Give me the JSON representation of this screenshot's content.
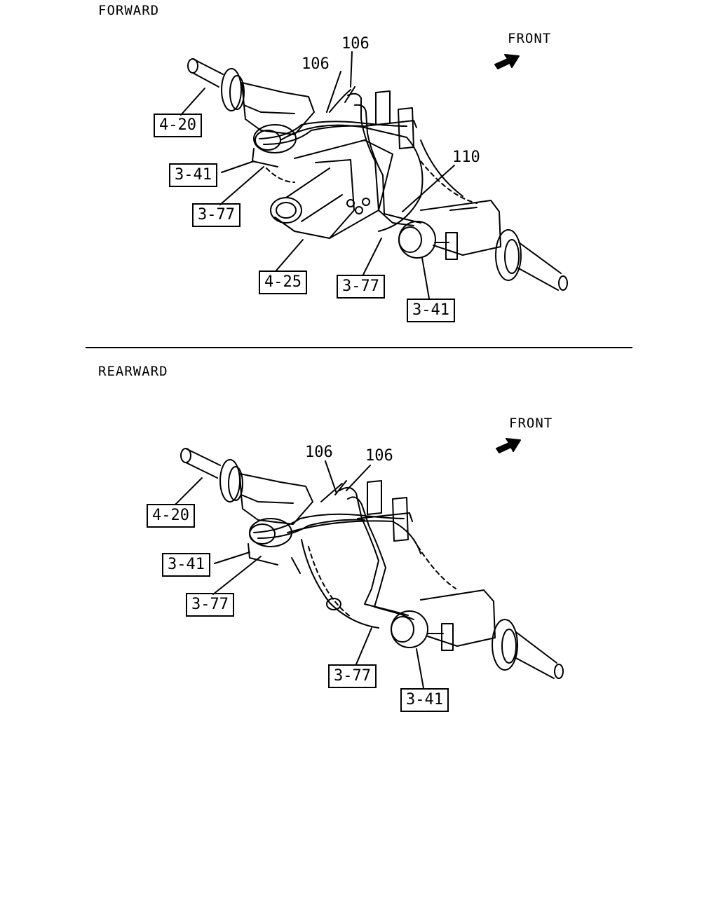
{
  "forward": {
    "title": "FORWARD",
    "front_label": "FRONT",
    "callouts": [
      "106",
      "106",
      "110"
    ],
    "refs": [
      "4-20",
      "3-41",
      "3-77",
      "4-25",
      "3-77",
      "3-41"
    ]
  },
  "rearward": {
    "title": "REARWARD",
    "front_label": "FRONT",
    "callouts": [
      "106",
      "106"
    ],
    "refs": [
      "4-20",
      "3-41",
      "3-77",
      "3-77",
      "3-41"
    ]
  }
}
